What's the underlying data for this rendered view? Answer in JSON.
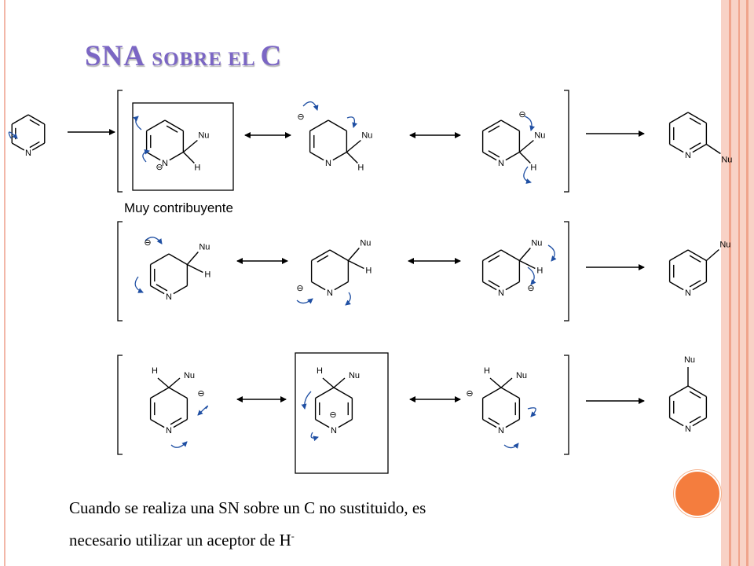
{
  "slide": {
    "title_big_1": "SNA ",
    "title_small": "SOBRE EL ",
    "title_big_2": "C",
    "label_very_contributing": "Muy contribuyente",
    "caption_line1": "Cuando se realiza una SN sobre un C no sustituido, es",
    "caption_line2": "necesario utilizar un aceptor de H",
    "caption_superscript": "-"
  },
  "diagram": {
    "atom_labels": {
      "nitrogen": "N",
      "nucleophile": "Nu",
      "hydrogen": "H",
      "negative_charge": "⊖"
    },
    "arrow_color": "#1f4fa3",
    "rows": [
      {
        "attack_position": "C2",
        "highlighted_structure": 1
      },
      {
        "attack_position": "C3",
        "highlighted_structure": null
      },
      {
        "attack_position": "C4",
        "highlighted_structure": 2
      }
    ]
  },
  "colors": {
    "title": "#7b66c4",
    "accent_orb": "#f47d3e",
    "side_band": "#f8d2c6"
  }
}
